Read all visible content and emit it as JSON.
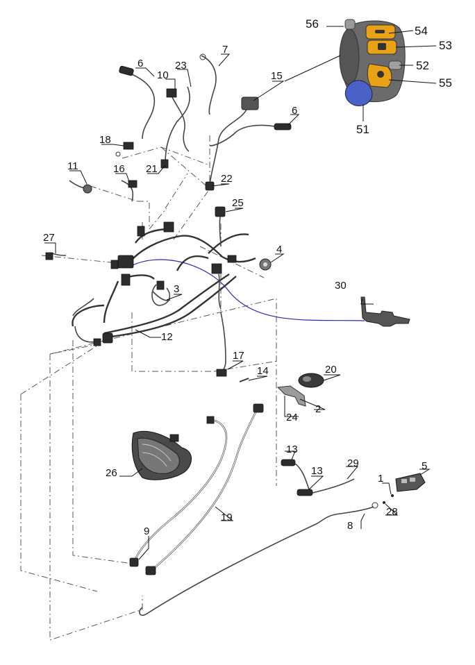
{
  "labels": {
    "l1": "1",
    "l2": "2",
    "l3": "3",
    "l4": "4",
    "l5": "5",
    "l6a": "6",
    "l6b": "6",
    "l7": "7",
    "l8": "8",
    "l9": "9",
    "l10": "10",
    "l11": "11",
    "l12": "12",
    "l13a": "13",
    "l13b": "13",
    "l14": "14",
    "l15": "15",
    "l16": "16",
    "l17": "17",
    "l18": "18",
    "l19": "19",
    "l20": "20",
    "l21": "21",
    "l22": "22",
    "l23": "23",
    "l24": "24",
    "l25": "25",
    "l26": "26",
    "l27": "27",
    "l28": "28",
    "l29": "29",
    "l30": "30",
    "l51": "51",
    "l52": "52",
    "l53": "53",
    "l54": "54",
    "l55": "55",
    "l56": "56"
  },
  "colors": {
    "button_amber": "#e9a215",
    "switch_body": "#6b6b6b",
    "switch_blue": "#4a62c8",
    "link_line": "#2a2aa8"
  }
}
